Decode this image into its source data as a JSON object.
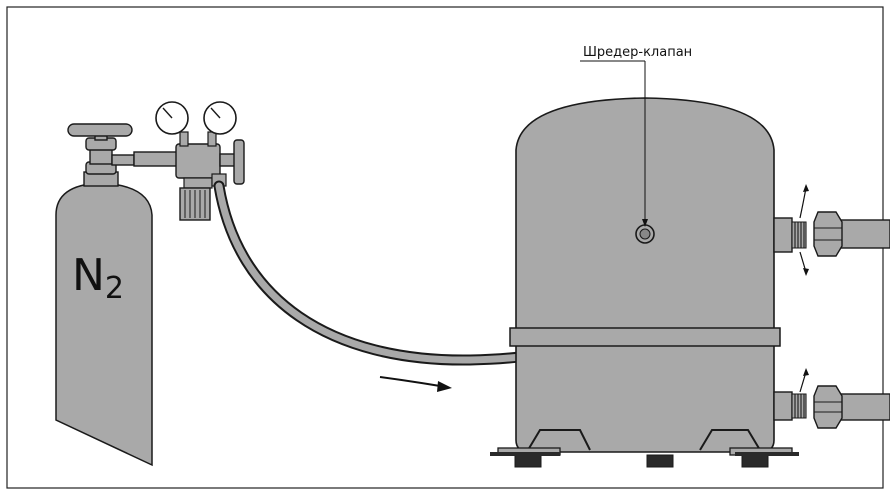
{
  "cylinder": {
    "symbol": "N",
    "subscript": "2"
  },
  "callout": {
    "schrader_valve": "Шредер-клапан"
  },
  "colors": {
    "background": "#ffffff",
    "frame": "#222222",
    "metal_fill": "#a9a9a9",
    "outline": "#1a1a1a",
    "dark_parts": "#2a2a2a"
  }
}
